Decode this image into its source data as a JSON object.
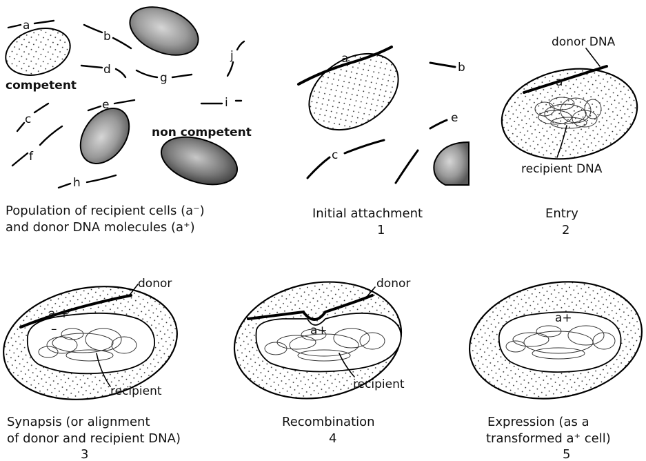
{
  "panel0": {
    "fragments": [
      "a",
      "b",
      "c",
      "d",
      "e",
      "f",
      "g",
      "h",
      "i",
      "j"
    ],
    "competent_label": "competent",
    "noncompetent_label": "non competent",
    "caption_line1": "Population of recipient cells (a⁻)",
    "caption_line2": "and donor DNA molecules (a⁺)"
  },
  "panel1": {
    "fragments": [
      "a",
      "b",
      "c",
      "e"
    ],
    "caption": "Initial attachment",
    "number": "1"
  },
  "panel2": {
    "donor_label": "donor DNA",
    "fragment": "a",
    "recipient_label": "recipient DNA",
    "caption": "Entry",
    "number": "2"
  },
  "panel3": {
    "donor_label": "donor",
    "marker_plus": "a +",
    "marker_minus": "–",
    "recipient_label": "recipient",
    "caption_line1": "Synapsis (or alignment",
    "caption_line2": "of donor and recipient DNA)",
    "number": "3"
  },
  "panel4": {
    "donor_label": "donor",
    "marker": "a+",
    "recipient_label": "recipient",
    "caption": "Recombination",
    "number": "4"
  },
  "panel5": {
    "marker": "a+",
    "caption_line1": "Expression (as a",
    "caption_line2": "transformed a⁺ cell)",
    "number": "5"
  }
}
